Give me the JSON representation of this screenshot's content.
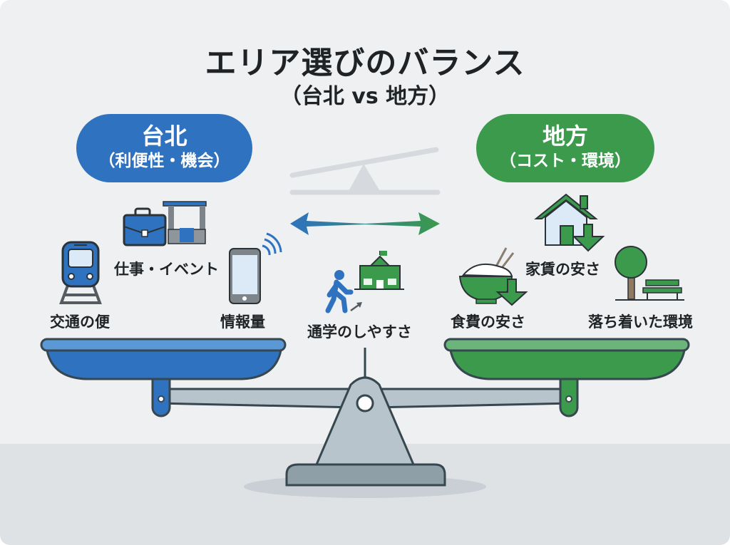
{
  "title": "エリア選びのバランス",
  "subtitle": "（台北 vs 地方）",
  "left_side": {
    "name": "台北",
    "subtitle": "（利便性・機会）",
    "color": "#2f72bf",
    "items": [
      {
        "label": "交通の便",
        "icon": "train-icon"
      },
      {
        "label": "仕事・イベント",
        "icon": "briefcase-stage-icon"
      },
      {
        "label": "情報量",
        "icon": "smartphone-icon"
      }
    ]
  },
  "right_side": {
    "name": "地方",
    "subtitle": "（コスト・環境）",
    "color": "#3b9a4c",
    "items": [
      {
        "label": "家賃の安さ",
        "icon": "house-down-icon"
      },
      {
        "label": "食費の安さ",
        "icon": "rice-bowl-down-icon"
      },
      {
        "label": "落ち着いた環境",
        "icon": "tree-bench-icon"
      }
    ]
  },
  "center": {
    "label": "通学のしやすさ",
    "icons": [
      "seesaw-icon",
      "double-arrow-icon",
      "walking-person-icon",
      "school-icon"
    ]
  }
}
